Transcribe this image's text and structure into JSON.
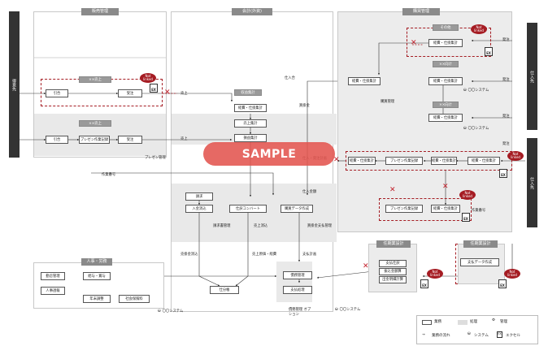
{
  "lanes": {
    "sales": "販売管理",
    "accounting": "会計(外資)",
    "purchasing": "購買管理",
    "hr": "人事・労務",
    "contract": "任期業設計",
    "billing": "任期業設計"
  },
  "side": {
    "left": "得意先",
    "right_top": "仕入先",
    "right_bottom": "仕入先"
  },
  "sales": {
    "order_group_top": "××売上",
    "order_group_bottom": "××売上",
    "received_top": "引合",
    "order_top": "受注",
    "received_bottom": "引合",
    "proposal_input": "プレゼン作業記録",
    "order_bottom": "受注",
    "proposal_mgmt": "プレゼン管理"
  },
  "accounting": {
    "revenue_title": "収益集計",
    "expense_calc": "経費・仕掛集計",
    "sales_calc": "売上集計",
    "inventory": "損益集計",
    "invoice": "請求",
    "payment_receipt": "入金消込",
    "ledger": "仕訳コンバート",
    "pay_data": "購買データ作成",
    "invoice_mgmt": "請求書管理",
    "sales_return": "売上消込",
    "purchase_mgmt": "買掛金支払管理",
    "general_ledger": "仕分帳",
    "pay_ledger": "債務管理",
    "pay_process": "支払処理",
    "pay_mgmt": "債務管理 オプション"
  },
  "purchasing": {
    "other": "その他",
    "expense_calc": "経費・仕掛集計",
    "group1": "××向け",
    "expense_calc2": "経費・仕掛集計",
    "group2": "××向け",
    "expense_calc3": "経費・仕掛集計",
    "main_calc": "経費・仕掛集計",
    "purchase_mgmt": "購買管理",
    "row2_a": "経費・仕掛集計",
    "row2_b": "プレゼン作業記録",
    "row2_c": "経費・仕掛集計",
    "row2_d": "経費・仕掛集計",
    "row3_a": "プレゼン作業記録",
    "row3_b": "経費・仕掛集計"
  },
  "hr": {
    "attendance": "勤怠管理",
    "salary": "給与・賞与",
    "personnel": "人事週報",
    "annual": "年末調整",
    "insurance": "社会保険料"
  },
  "contract": {
    "a": "支払仕訳",
    "b": "振込金額算",
    "c": "出金明細計算"
  },
  "billing": {
    "a": "支払データ作成"
  },
  "edge_labels": {
    "sales1": "売上",
    "sales2": "売上",
    "work_no": "作業番号",
    "purchase": "仕入合",
    "paid": "買掛金",
    "purchase_cost": "仕入金額",
    "work_no2": "作業番号",
    "receivable": "売掛金消込",
    "cost": "売上原価・経費",
    "pay_plan": "支払計画",
    "pay_cost": "支払仕訳",
    "order1": "発注",
    "order2": "発注",
    "order3": "発注",
    "order4": "発注",
    "cost2": "仕入・発注計画"
  },
  "systems": {
    "sys1": "〇〇システム",
    "sys2": "〇〇システム",
    "sys3": "〇〇システム",
    "sys4": "〇〇システム"
  },
  "badges": {
    "text": "Not linked"
  },
  "excel_label": "EX",
  "watermark": "SAMPLE",
  "legend": {
    "business": "業務",
    "process": "処理",
    "manage": "管理",
    "flow": "業務の流れ",
    "system": "システム",
    "excel": "エクセル"
  }
}
